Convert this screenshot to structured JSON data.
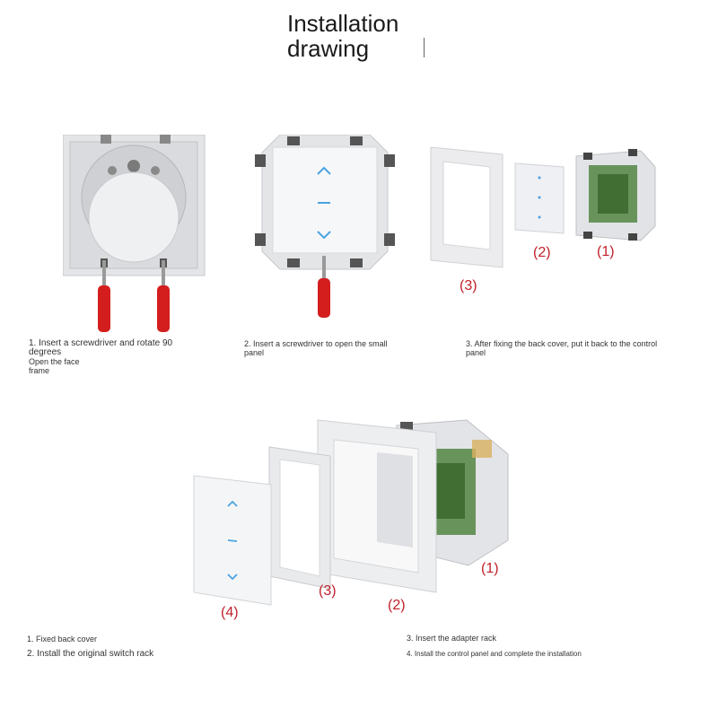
{
  "title": {
    "line1": "Installation",
    "line2": "drawing"
  },
  "steps_top": [
    {
      "line1": "1. Insert a screwdriver and rotate 90",
      "line2": "degrees",
      "line3": "Open the face",
      "line4": "frame"
    },
    {
      "line1": "2. Insert a screwdriver to open the small",
      "line2": "panel"
    },
    {
      "line1": "3. After fixing the back cover, put it back to the control",
      "line2": "panel"
    }
  ],
  "part_labels_top": {
    "p1": "(1)",
    "p2": "(2)",
    "p3": "(3)"
  },
  "part_labels_bottom": {
    "p1": "(1)",
    "p2": "(2)",
    "p3": "(3)",
    "p4": "(4)"
  },
  "steps_bottom": {
    "s1": "1. Fixed back cover",
    "s2": "2. Install the original switch rack",
    "s3": "3. Insert the adapter rack",
    "s4": "4. Install the control panel and complete the installation"
  },
  "colors": {
    "accent": "#c0202a",
    "arrow": "#4aa3e0",
    "panel": "#f4f5f7",
    "frame": "#e6e7ea",
    "pcb": "#3f7a2e",
    "screwdriver": "#d41e1e"
  },
  "icons": [
    "up-arrow-icon",
    "dash-icon",
    "down-arrow-icon",
    "screwdriver-icon"
  ]
}
